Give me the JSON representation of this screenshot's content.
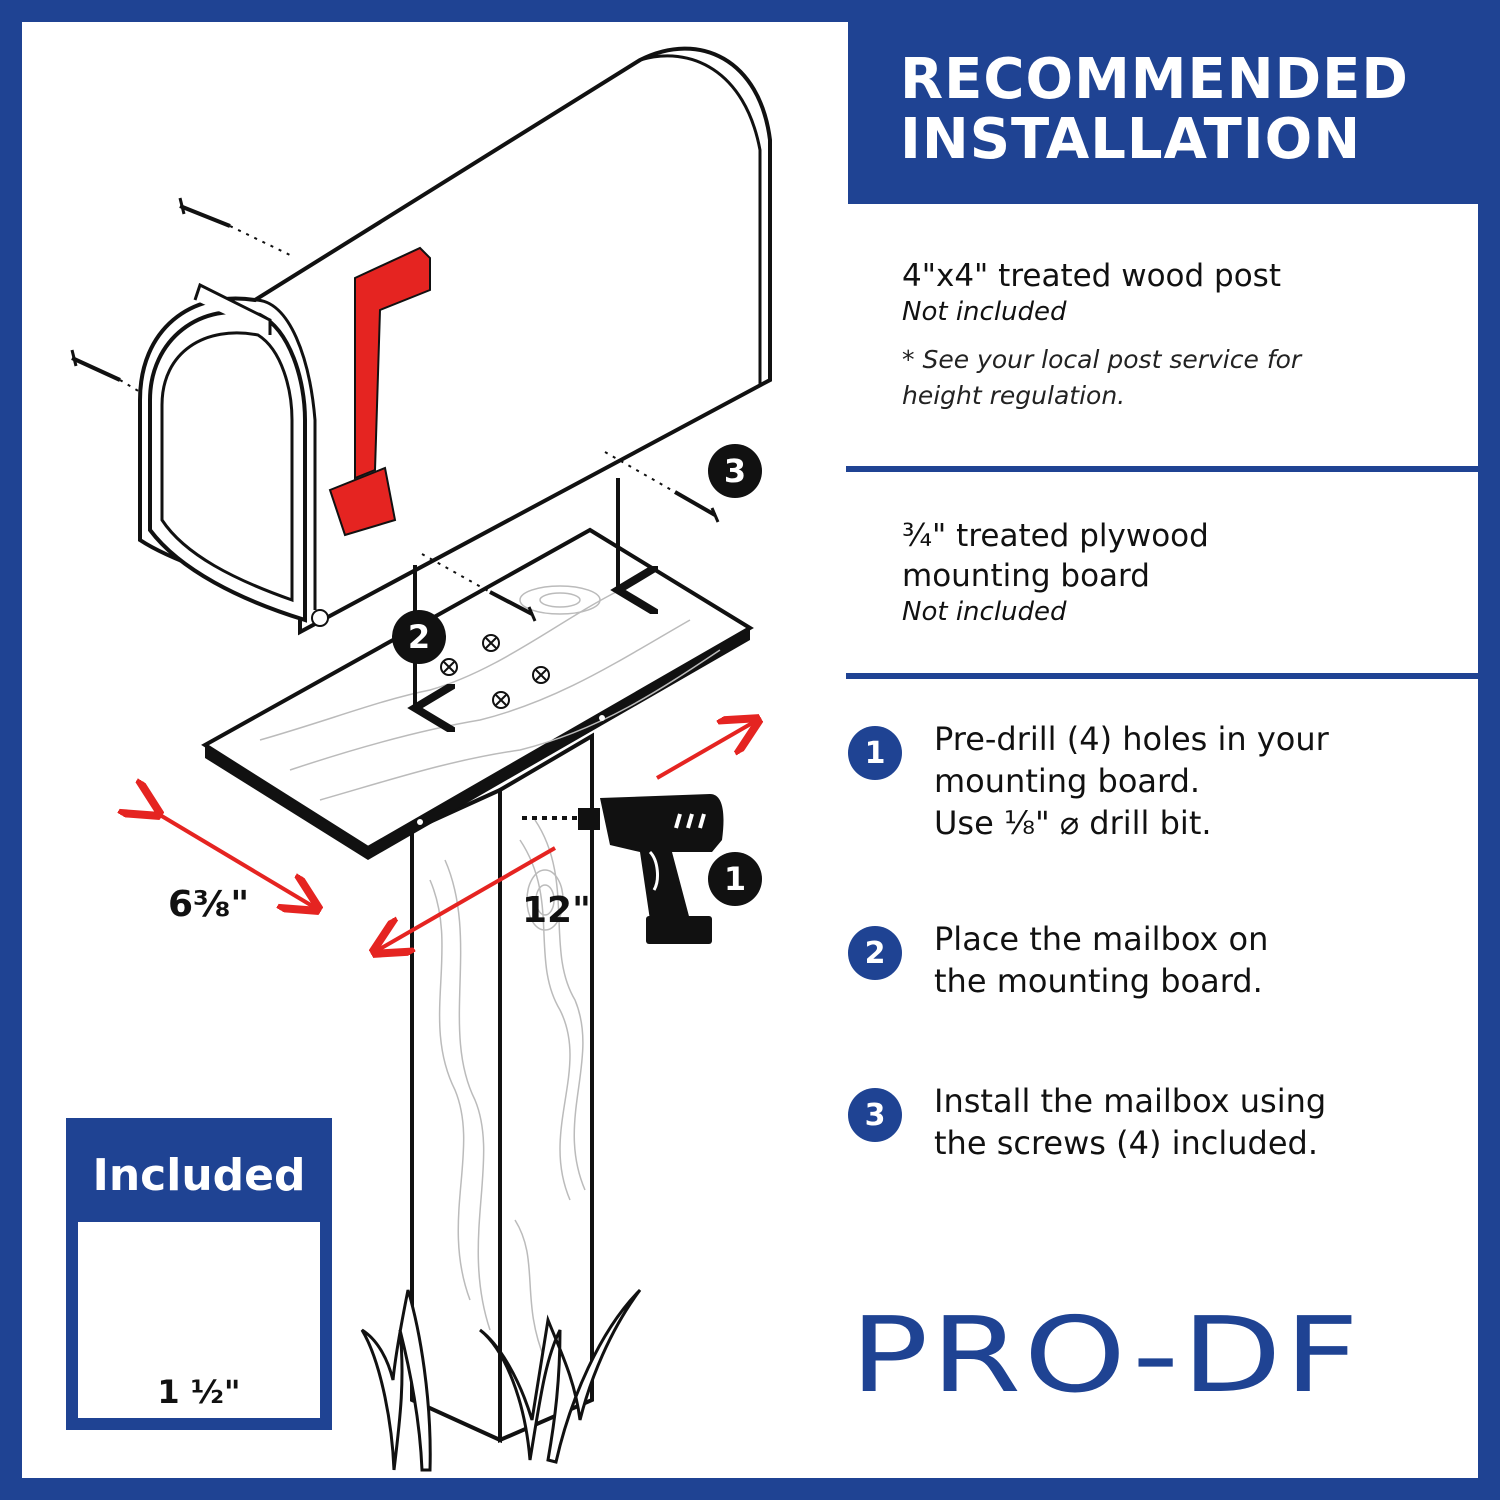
{
  "header": {
    "title": "RECOMMENDED INSTALLATION"
  },
  "post_info": {
    "title": "4\"x4\" treated wood post",
    "note": "Not included",
    "subnote": "* See your local post service for\n   height regulation."
  },
  "board_info": {
    "title": "¾\" treated plywood\nmounting board",
    "note": "Not included"
  },
  "steps": [
    {
      "number": "1",
      "text": "Pre-drill (4) holes in your\nmounting board.\nUse  ⅛\" ⌀  drill bit."
    },
    {
      "number": "2",
      "text": "Place the mailbox on\nthe mounting board."
    },
    {
      "number": "3",
      "text": "Install the mailbox using\nthe screws (4) included."
    }
  ],
  "included": {
    "title": "Included",
    "screw_size": "1 ½\""
  },
  "dimensions": {
    "width": "6⅜\"",
    "length": "12\""
  },
  "callouts": {
    "drill": "1",
    "board": "2",
    "side": "3"
  },
  "brand": {
    "logo": "PRO-DF"
  },
  "colors": {
    "brand_blue": "#1f4393",
    "flag_red": "#e52421",
    "arrow_red": "#e52421"
  }
}
